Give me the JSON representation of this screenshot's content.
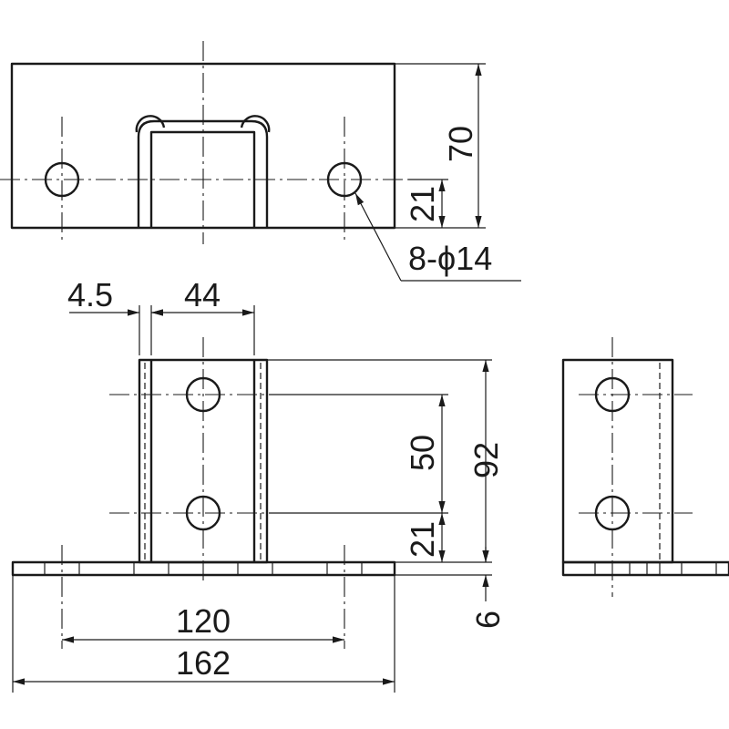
{
  "drawing": {
    "dimensions": {
      "top_height": "70",
      "top_hole_offset": "21",
      "hole_callout": "8-ϕ14",
      "plate_thickness_gap": "4.5",
      "channel_width": "44",
      "hole_pitch_vertical": "50",
      "front_height": "92",
      "front_hole_offset": "21",
      "base_thickness": "6",
      "base_hole_pitch": "120",
      "overall_width": "162"
    }
  }
}
